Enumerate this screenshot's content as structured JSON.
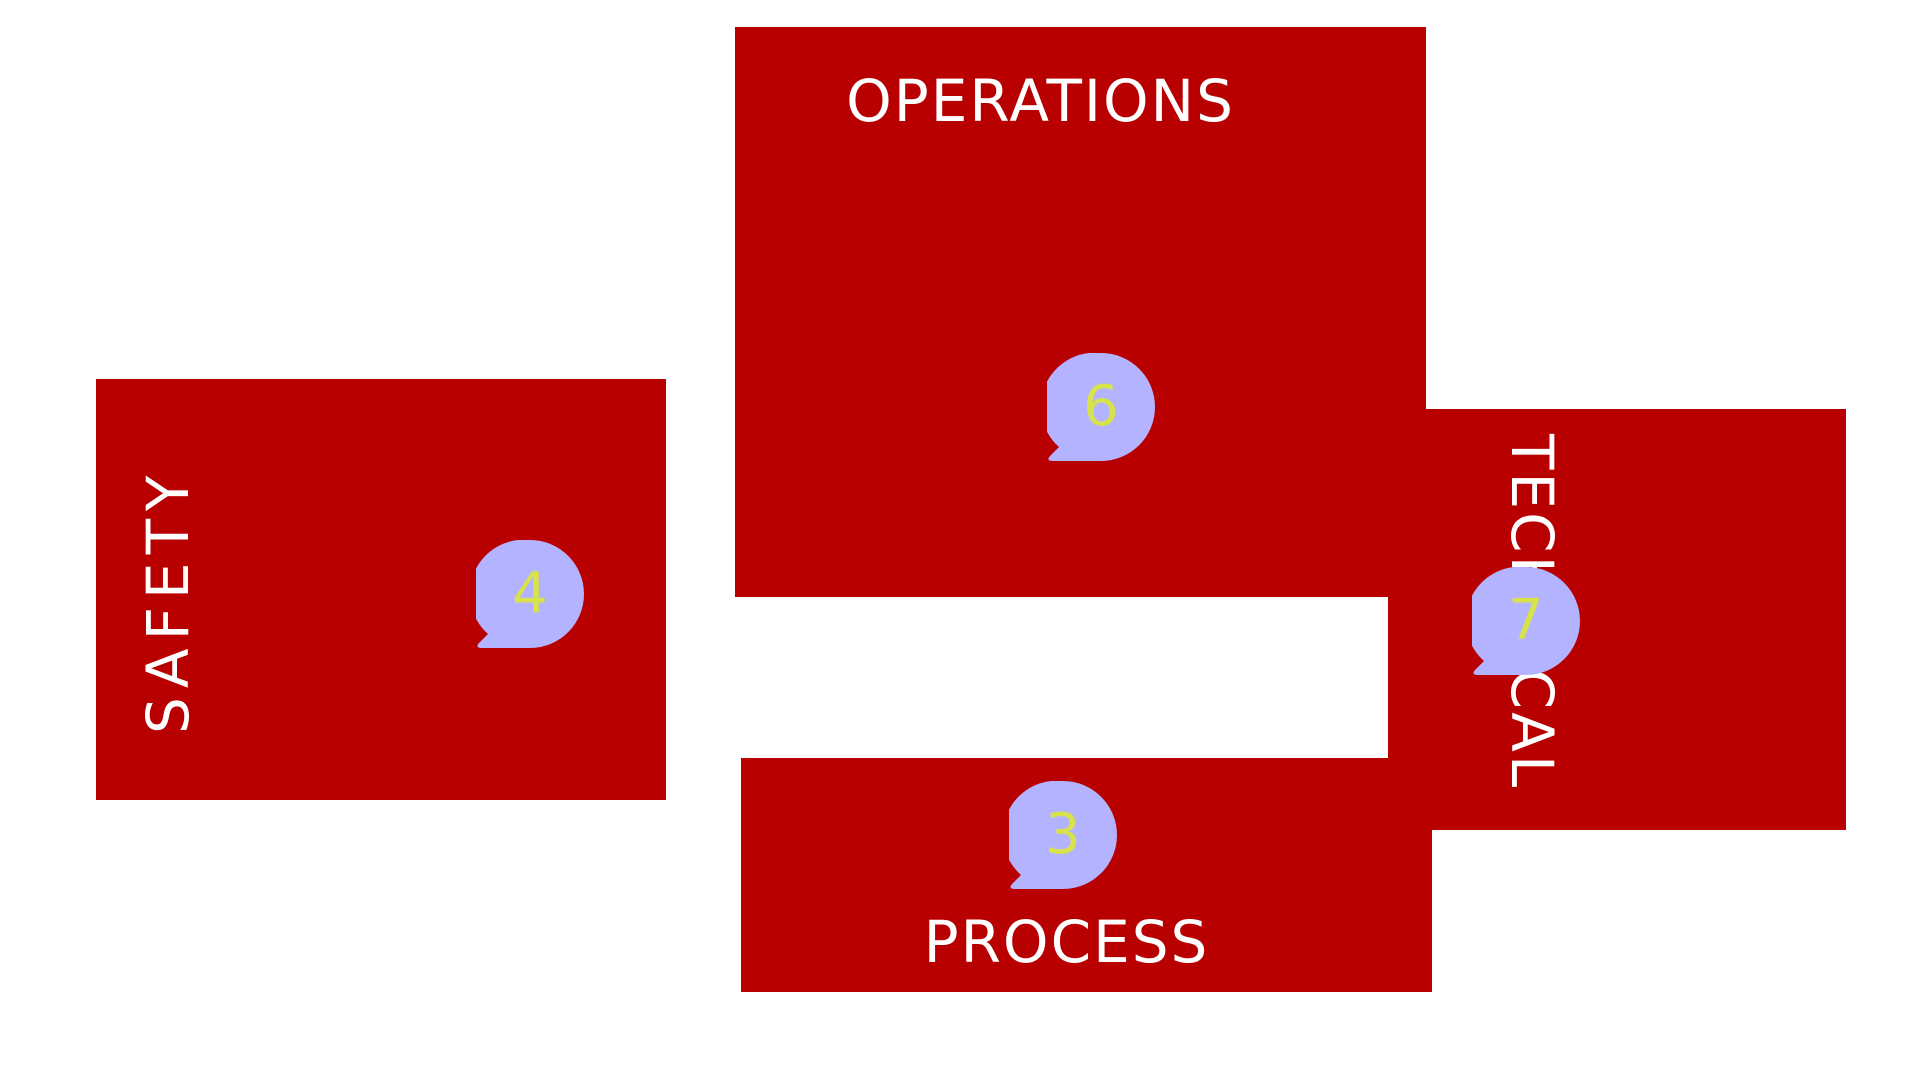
{
  "colors": {
    "panel": "#b90000",
    "label_text": "#ffffff",
    "badge_fill": "#b3b3ff",
    "badge_text": "#d8e24a",
    "background": "#ffffff"
  },
  "panels": {
    "operations": {
      "label": "OPERATIONS",
      "count": "6",
      "icon": "comment-bubble-icon"
    },
    "safety": {
      "label": "SAFETY",
      "count": "4",
      "icon": "comment-bubble-icon"
    },
    "technical": {
      "label": "TECHNICAL",
      "count": "7",
      "icon": "comment-bubble-icon"
    },
    "process": {
      "label": "PROCESS",
      "count": "3",
      "icon": "comment-bubble-icon"
    }
  }
}
